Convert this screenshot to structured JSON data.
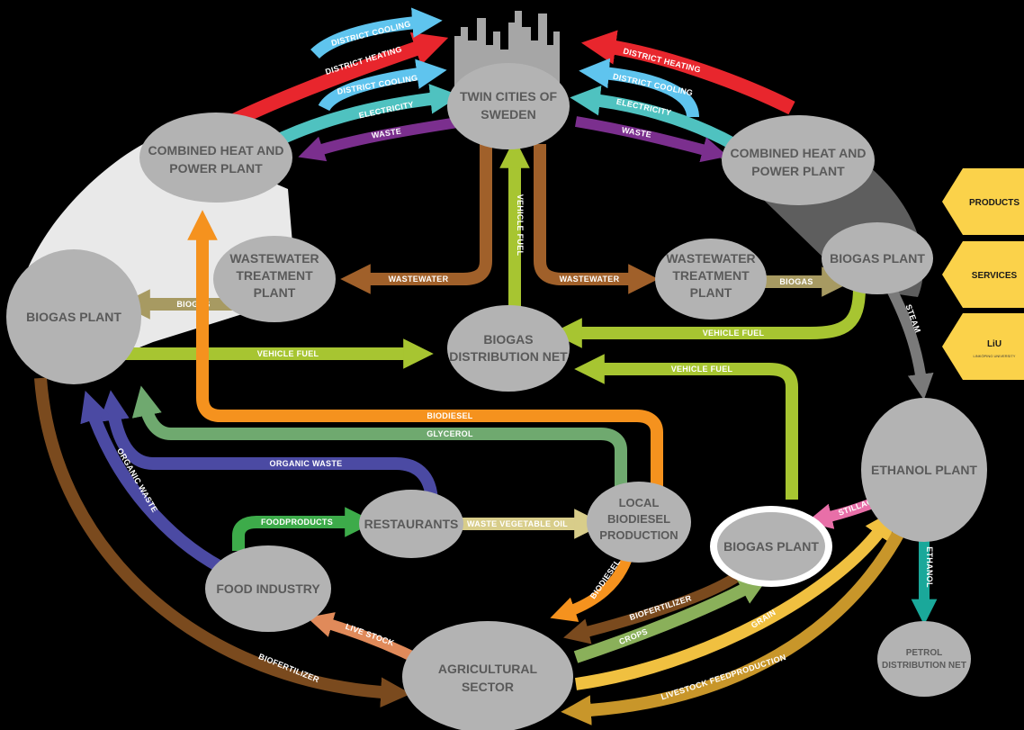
{
  "nodes": {
    "twin_cities": [
      "TWIN CITIES OF",
      "SWEDEN"
    ],
    "chp_left": [
      "COMBINED HEAT AND",
      "POWER PLANT"
    ],
    "chp_right": [
      "COMBINED HEAT AND",
      "POWER PLANT"
    ],
    "biogas_left": [
      "BIOGAS PLANT"
    ],
    "biogas_right": [
      "BIOGAS PLANT"
    ],
    "biogas_bottom": [
      "BIOGAS PLANT"
    ],
    "wwtp_left": [
      "WASTEWATER",
      "TREATMENT",
      "PLANT"
    ],
    "wwtp_right": [
      "WASTEWATER",
      "TREATMENT",
      "PLANT"
    ],
    "distribution": [
      "BIOGAS",
      "DISTRIBUTION NET"
    ],
    "ethanol": [
      "ETHANOL PLANT"
    ],
    "petrol": [
      "PETROL",
      "DISTRIBUTION NET"
    ],
    "restaurants": [
      "RESTAURANTS"
    ],
    "local_biodiesel": [
      "LOCAL",
      "BIODIESEL",
      "PRODUCTION"
    ],
    "food_industry": [
      "FOOD INDUSTRY"
    ],
    "agricultural": [
      "AGRICULTURAL",
      "SECTOR"
    ]
  },
  "flows": {
    "district_cooling": "DISTRICT COOLING",
    "district_heating": "DISTRICT HEATING",
    "electricity": "ELECTRICITY",
    "waste": "WASTE",
    "wastewater": "WASTEWATER",
    "vehicle_fuel": "VEHICLE FUEL",
    "biogas": "BIOGAS",
    "steam": "STEAM",
    "biodiesel": "BIODIESEL",
    "glycerol": "GLYCEROL",
    "organic_waste": "ORGANIC WASTE",
    "foodproducts": "FOODPRODUCTS",
    "waste_vegetable_oil": "WASTE VEGETABLE OIL",
    "stillage": "STILLAGE",
    "ethanol": "ETHANOL",
    "biofertilizer": "BIOFERTILIZER",
    "live_stock": "LIVE STOCK",
    "crops": "CROPS",
    "grain": "GRAIN",
    "livestock_feed": "LIVESTOCK FEEDPRODUCTION"
  },
  "side_tabs": [
    "PRODUCTS",
    "SERVICES",
    "LiU"
  ],
  "liu_subtitle": "LINKÖPING UNIVERSITY",
  "colors": {
    "node": "#b3b3b3",
    "node_text": "#5a5a5a",
    "district_cooling": "#5fc4ee",
    "district_heating": "#e8262d",
    "electricity": "#4fc2c0",
    "waste": "#7b2f8e",
    "wastewater": "#a0602a",
    "vehicle_fuel": "#a7c531",
    "biogas": "#a79a62",
    "steam": "#7a7a7a",
    "biodiesel": "#f5921e",
    "glycerol": "#6fa96f",
    "organic_waste": "#4b4aa3",
    "foodproducts": "#3dab4a",
    "waste_vegetable_oil": "#d8cd8a",
    "stillage": "#e86fa8",
    "ethanol": "#1aa89a",
    "biofertilizer": "#7a4a1e",
    "live_stock": "#e08a5a",
    "crops": "#8ab05a",
    "grain": "#f0c040",
    "livestock_feed": "#c8962a",
    "side_tab": "#fbd24a"
  }
}
